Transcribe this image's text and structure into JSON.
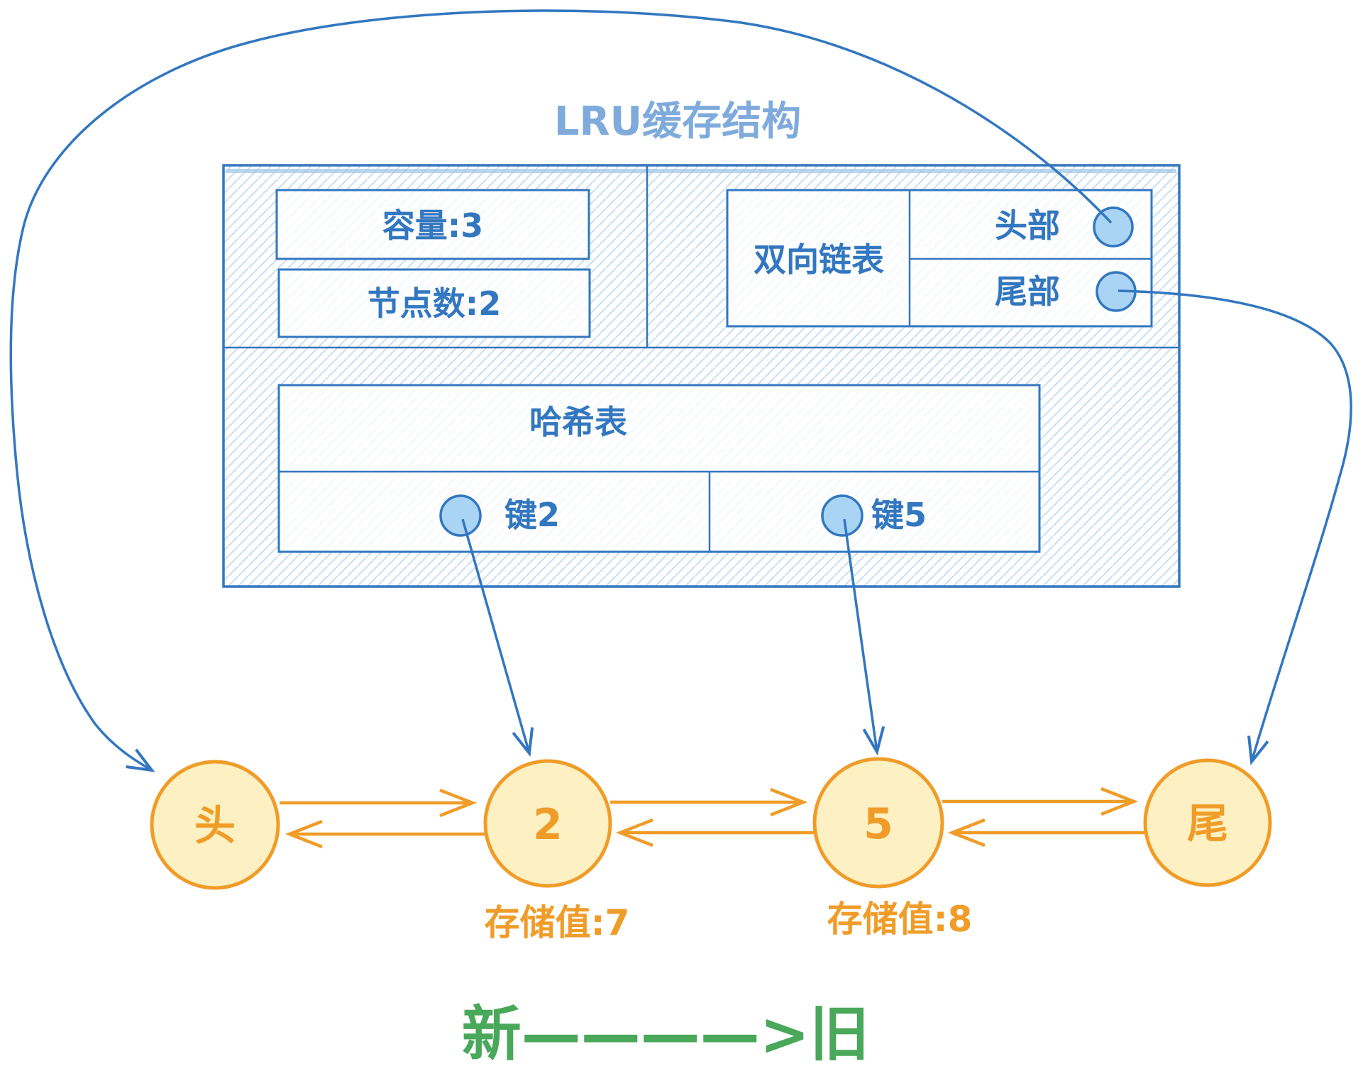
{
  "title": "LRU缓存结构",
  "cache_box": {
    "capacity_label": "容量:3",
    "node_count_label": "节点数:2",
    "dll": {
      "label": "双向链表",
      "head_label": "头部",
      "tail_label": "尾部"
    },
    "hash": {
      "label": "哈希表",
      "key2_label": "键2",
      "key5_label": "键5"
    }
  },
  "nodes": [
    {
      "label": "头"
    },
    {
      "label": "2"
    },
    {
      "label": "5"
    },
    {
      "label": "尾"
    }
  ],
  "value_labels": {
    "node2": "存储值:7",
    "node5": "存储值:8"
  },
  "direction_label": "新————>旧",
  "colors": {
    "blue_stroke": "#3277c0",
    "title_blue": "#7fabdc",
    "hatch_blue": "#c8ddf3",
    "pointer_dot_fill": "#a9d4f4",
    "node_fill": "#fdf0c2",
    "orange": "#f09c28",
    "green": "#49a85a"
  }
}
